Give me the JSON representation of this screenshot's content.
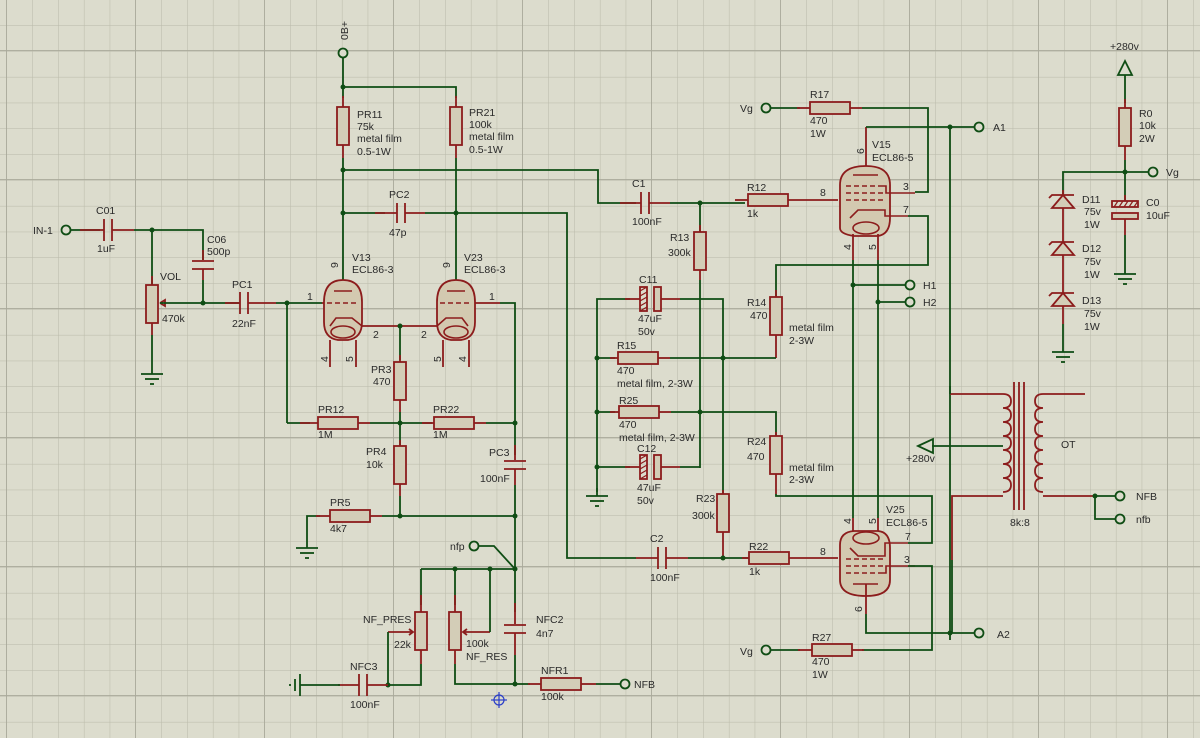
{
  "schematic": {
    "background_color": "#dcdccd",
    "wire_color": "#0f4d14",
    "component_color": "#8c1c1c",
    "component_fill": "#d3cdb7",
    "terminals": {
      "in1": "IN-1",
      "ob": "0B+",
      "vg_top": "Vg",
      "vg_bottom": "Vg",
      "vg_psu": "Vg",
      "a1": "A1",
      "a2": "A2",
      "h1": "H1",
      "h2": "H2",
      "nfp": "nfp",
      "nfb_main": "NFB",
      "nfb_ot": "NFB",
      "nfb_ot_lower": "nfb",
      "p280_top": "+280v",
      "p280_ot": "+280v"
    },
    "components": {
      "C01": {
        "ref": "C01",
        "value": "1uF"
      },
      "C06": {
        "ref": "C06",
        "value": "500p"
      },
      "VOL": {
        "ref": "VOL",
        "value": "470k"
      },
      "PC1": {
        "ref": "PC1",
        "value": "22nF"
      },
      "PR11": {
        "ref": "PR11",
        "value": "75k",
        "note1": "metal film",
        "note2": "0.5-1W"
      },
      "PR21": {
        "ref": "PR21",
        "value": "100k",
        "note1": "metal film",
        "note2": "0.5-1W"
      },
      "PC2": {
        "ref": "PC2",
        "value": "47p"
      },
      "V13": {
        "ref": "V13",
        "type": "ECL86-3",
        "pin_a": "9",
        "pin_g": "1",
        "pin_k": "2",
        "pin_h1": "4",
        "pin_h2": "5"
      },
      "V23": {
        "ref": "V23",
        "type": "ECL86-3",
        "pin_a": "9",
        "pin_g": "1",
        "pin_k": "2",
        "pin_h1": "5",
        "pin_h2": "4"
      },
      "PR3": {
        "ref": "PR3",
        "value": "470"
      },
      "PR12": {
        "ref": "PR12",
        "value": "1M"
      },
      "PR22": {
        "ref": "PR22",
        "value": "1M"
      },
      "PR4": {
        "ref": "PR4",
        "value": "10k"
      },
      "PC3": {
        "ref": "PC3",
        "value": "100nF"
      },
      "PR5": {
        "ref": "PR5",
        "value": "4k7"
      },
      "NF_PRES": {
        "ref": "NF_PRES",
        "value": "22k"
      },
      "NF_RES": {
        "ref": "NF_RES",
        "value": "100k"
      },
      "NFC2": {
        "ref": "NFC2",
        "value": "4n7"
      },
      "NFC3": {
        "ref": "NFC3",
        "value": "100nF"
      },
      "NFR1": {
        "ref": "NFR1",
        "value": "100k"
      },
      "C1": {
        "ref": "C1",
        "value": "100nF"
      },
      "C2": {
        "ref": "C2",
        "value": "100nF"
      },
      "R12": {
        "ref": "R12",
        "value": "1k"
      },
      "R22": {
        "ref": "R22",
        "value": "1k"
      },
      "R13": {
        "ref": "R13",
        "value": "300k"
      },
      "R23": {
        "ref": "R23",
        "value": "300k"
      },
      "R17": {
        "ref": "R17",
        "value": "470",
        "power": "1W"
      },
      "R27": {
        "ref": "R27",
        "value": "470",
        "power": "1W"
      },
      "C11": {
        "ref": "C11",
        "value": "47uF",
        "voltage": "50v"
      },
      "C12": {
        "ref": "C12",
        "value": "47uF",
        "voltage": "50v"
      },
      "R15": {
        "ref": "R15",
        "value": "470",
        "note": "metal film, 2-3W"
      },
      "R25": {
        "ref": "R25",
        "value": "470",
        "note": "metal film, 2-3W"
      },
      "R14": {
        "ref": "R14",
        "value": "470",
        "note1": "metal film",
        "note2": "2-3W"
      },
      "R24": {
        "ref": "R24",
        "value": "470",
        "note1": "metal film",
        "note2": "2-3W"
      },
      "V15": {
        "ref": "V15",
        "type": "ECL86-5",
        "pin_top": "6",
        "pin_g1": "8",
        "pin_g2": "3",
        "pin_k": "7",
        "pin_h1": "4",
        "pin_h2": "5"
      },
      "V25": {
        "ref": "V25",
        "type": "ECL86-5",
        "pin_bottom": "6",
        "pin_g1": "8",
        "pin_g2": "3",
        "pin_k": "7",
        "pin_h1": "4",
        "pin_h2": "5"
      },
      "OT": {
        "ref": "OT",
        "ratio": "8k:8"
      },
      "R0": {
        "ref": "R0",
        "value": "10k",
        "power": "2W"
      },
      "C0": {
        "ref": "C0",
        "value": "10uF"
      },
      "D11": {
        "ref": "D11",
        "voltage": "75v",
        "power": "1W"
      },
      "D12": {
        "ref": "D12",
        "voltage": "75v",
        "power": "1W"
      },
      "D13": {
        "ref": "D13",
        "voltage": "75v",
        "power": "1W"
      }
    }
  }
}
